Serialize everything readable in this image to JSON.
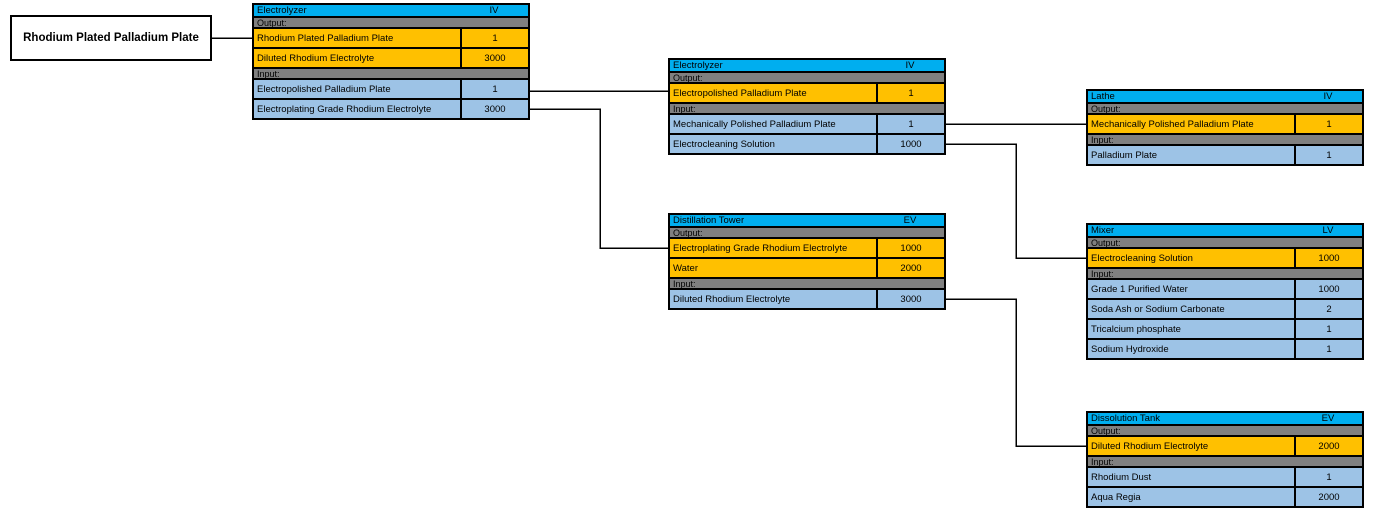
{
  "root_label": {
    "text": "Rhodium Plated Palladium Plate"
  },
  "section_labels": {
    "output": "Output:",
    "input": "Input:"
  },
  "colors": {
    "header": "#00AEEF",
    "section": "#808080",
    "output_row": "#FFC000",
    "input_row": "#9DC3E6",
    "connector": "#000000",
    "border": "#000000",
    "canvas": "#FFFFFF"
  },
  "nodes": [
    {
      "id": "electrolyzer-1",
      "machine": "Electrolyzer",
      "tier": "IV",
      "outputs": [
        {
          "label": "Rhodium Plated Palladium Plate",
          "amount": "1"
        },
        {
          "label": "Diluted Rhodium Electrolyte",
          "amount": "3000"
        }
      ],
      "inputs": [
        {
          "label": "Electropolished Palladium Plate",
          "amount": "1"
        },
        {
          "label": "Electroplating Grade Rhodium Electrolyte",
          "amount": "3000"
        }
      ]
    },
    {
      "id": "electrolyzer-2",
      "machine": "Electrolyzer",
      "tier": "IV",
      "outputs": [
        {
          "label": "Electropolished Palladium Plate",
          "amount": "1"
        }
      ],
      "inputs": [
        {
          "label": "Mechanically Polished Palladium Plate",
          "amount": "1"
        },
        {
          "label": "Electrocleaning Solution",
          "amount": "1000"
        }
      ]
    },
    {
      "id": "distillation-tower",
      "machine": "Distillation Tower",
      "tier": "EV",
      "outputs": [
        {
          "label": "Electroplating Grade Rhodium Electrolyte",
          "amount": "1000"
        },
        {
          "label": "Water",
          "amount": "2000"
        }
      ],
      "inputs": [
        {
          "label": "Diluted Rhodium Electrolyte",
          "amount": "3000"
        }
      ]
    },
    {
      "id": "lathe",
      "machine": "Lathe",
      "tier": "IV",
      "outputs": [
        {
          "label": "Mechanically Polished Palladium Plate",
          "amount": "1"
        }
      ],
      "inputs": [
        {
          "label": "Palladium Plate",
          "amount": "1"
        }
      ]
    },
    {
      "id": "mixer",
      "machine": "Mixer",
      "tier": "LV",
      "outputs": [
        {
          "label": "Electrocleaning Solution",
          "amount": "1000"
        }
      ],
      "inputs": [
        {
          "label": "Grade 1 Purified Water",
          "amount": "1000"
        },
        {
          "label": "Soda Ash or Sodium Carbonate",
          "amount": "2"
        },
        {
          "label": "Tricalcium phosphate",
          "amount": "1"
        },
        {
          "label": "Sodium Hydroxide",
          "amount": "1"
        }
      ]
    },
    {
      "id": "dissolution-tank",
      "machine": "Dissolution Tank",
      "tier": "EV",
      "outputs": [
        {
          "label": "Diluted Rhodium Electrolyte",
          "amount": "2000"
        }
      ],
      "inputs": [
        {
          "label": "Rhodium Dust",
          "amount": "1"
        },
        {
          "label": "Aqua Regia",
          "amount": "2000"
        }
      ]
    }
  ],
  "edges": [
    {
      "from": "root",
      "from_input": 0,
      "to": "electrolyzer-1",
      "to_output": 0
    },
    {
      "from": "electrolyzer-1",
      "from_input": 0,
      "to": "electrolyzer-2",
      "to_output": 0
    },
    {
      "from": "electrolyzer-1",
      "from_input": 1,
      "to": "distillation-tower",
      "to_output": 0
    },
    {
      "from": "electrolyzer-2",
      "from_input": 0,
      "to": "lathe",
      "to_output": 0
    },
    {
      "from": "electrolyzer-2",
      "from_input": 1,
      "to": "mixer",
      "to_output": 0
    },
    {
      "from": "distillation-tower",
      "from_input": 0,
      "to": "dissolution-tank",
      "to_output": 0
    }
  ]
}
